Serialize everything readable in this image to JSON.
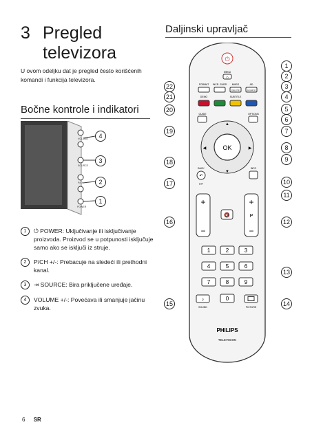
{
  "chapter": {
    "number": "3",
    "title": "Pregled televizora"
  },
  "intro": "U ovom odeljku dat je pregled često korišćenih komandi i funkcija televizora.",
  "side_section": {
    "title": "Bočne kontrole i indikatori"
  },
  "remote_section": {
    "title": "Daljinski upravljač"
  },
  "side_labels": {
    "volume": "VOLUME",
    "source": "SOURCE",
    "pch": "P/CH",
    "power": "POWER"
  },
  "side_callouts": [
    "4",
    "3",
    "2",
    "1"
  ],
  "list_items": [
    {
      "num": "1",
      "text": "⏻ POWER: Uključivanje ili isključivanje proizvoda. Proizvod se u potpunosti isključuje samo ako se isključi iz struje."
    },
    {
      "num": "2",
      "text": "P/CH +/-: Prebacuje na sledeći ili prethodni kanal."
    },
    {
      "num": "3",
      "text": "⇥ SOURCE: Bira priključene uređaje."
    },
    {
      "num": "4",
      "text": "VOLUME +/-: Povećava ili smanjuje jačinu zvuka."
    }
  ],
  "remote_labels": {
    "menu": "MENU",
    "format": "FORMAT",
    "incr_surr": "INCR. SURR",
    "mheg": "MHEG",
    "delete": "DELETE",
    "source": "SOURCE",
    "demo": "DEMO",
    "subtitle": "SUBTITLE",
    "ad": "AD",
    "guide": "GUIDE",
    "options": "OPTIONS",
    "ok": "OK",
    "back": "BACK",
    "pip": "P/P",
    "info": "INFO",
    "p": "P",
    "sound": "SOUND",
    "picture": "PICTURE",
    "brand": "PHILIPS",
    "tv": "TELEVISION"
  },
  "digits": [
    "1",
    "2",
    "3",
    "4",
    "5",
    "6",
    "7",
    "8",
    "9",
    "0"
  ],
  "remote_callouts_right": [
    "1",
    "2",
    "3",
    "4",
    "5",
    "6",
    "7",
    "8",
    "9",
    "10",
    "11",
    "12",
    "13",
    "14"
  ],
  "remote_callouts_left": [
    "22",
    "21",
    "20",
    "19",
    "18",
    "17",
    "16",
    "15"
  ],
  "footer": {
    "page": "6",
    "lang": "SR"
  }
}
